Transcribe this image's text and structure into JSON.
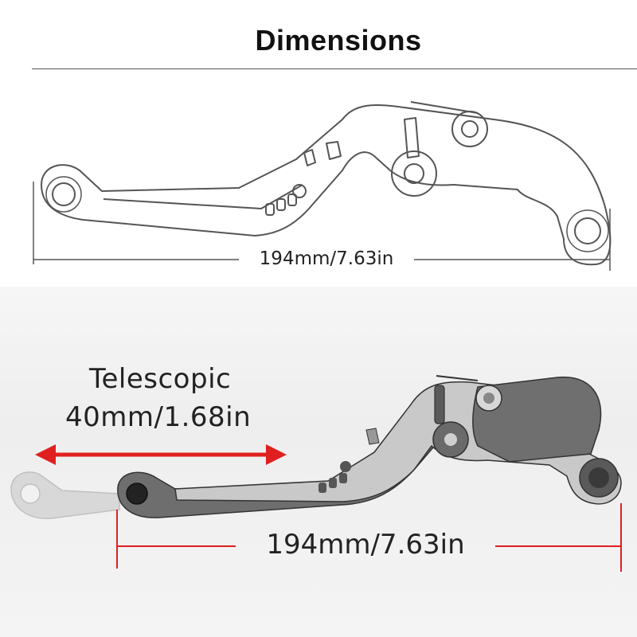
{
  "title": "Dimensions",
  "top_diagram": {
    "length_label": "194mm/7.63in"
  },
  "bottom_diagram": {
    "telescopic_label": "Telescopic",
    "telescopic_value": "40mm/1.68in",
    "length_label": "194mm/7.63in"
  },
  "colors": {
    "arrow_red": "#e02020",
    "lever_silver": "#c8c8c8",
    "lever_dark": "#6e6e6e",
    "outline": "#333333"
  }
}
